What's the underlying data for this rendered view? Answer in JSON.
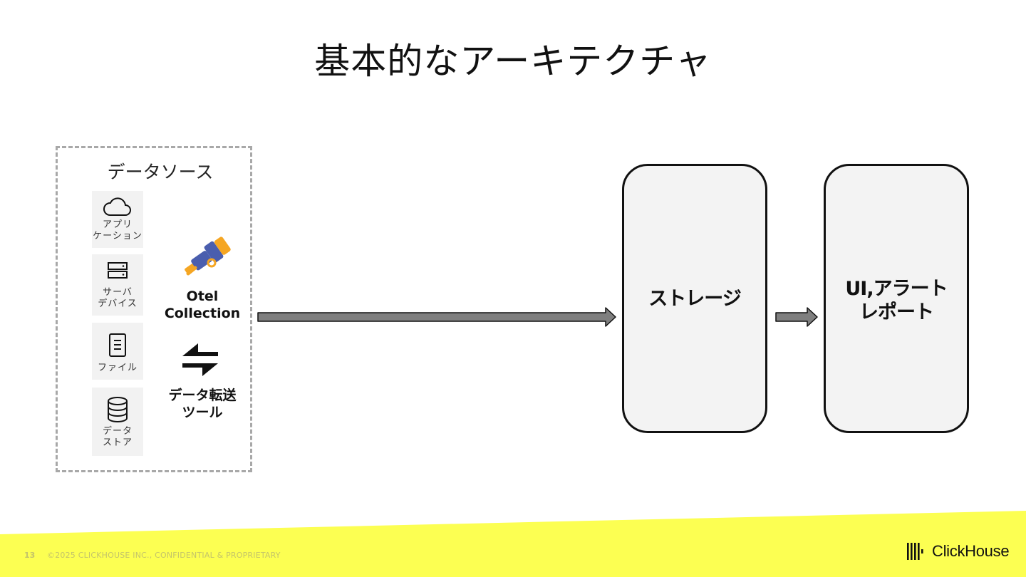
{
  "slide": {
    "title": "基本的なアーキテクチャ",
    "page_number": "13",
    "copyright": "©2025 CLICKHOUSE INC., CONFIDENTIAL & PROPRIETARY",
    "logo_text": "ClickHouse"
  },
  "data_sources": {
    "title": "データソース",
    "items": [
      {
        "label": "アプリ\nケーション",
        "icon": "cloud-icon"
      },
      {
        "label": "サーバ\nデバイス",
        "icon": "server-icon"
      },
      {
        "label": "ファイル",
        "icon": "file-icon"
      },
      {
        "label": "データ\nストア",
        "icon": "database-icon"
      }
    ]
  },
  "tools": [
    {
      "label": "Otel\nCollection",
      "icon": "telescope-icon"
    },
    {
      "label": "データ転送\nツール",
      "icon": "transfer-arrows-icon"
    }
  ],
  "boxes": [
    {
      "label": "ストレージ"
    },
    {
      "label": "UI,アラート\nレポート"
    }
  ],
  "colors": {
    "footer_yellow": "#fcff52",
    "arrow_fill": "#7f7f7f",
    "box_fill": "#f3f3f3",
    "tile_fill": "#f2f2f2",
    "otel_blue": "#4a5eae",
    "otel_orange": "#f5a623"
  }
}
